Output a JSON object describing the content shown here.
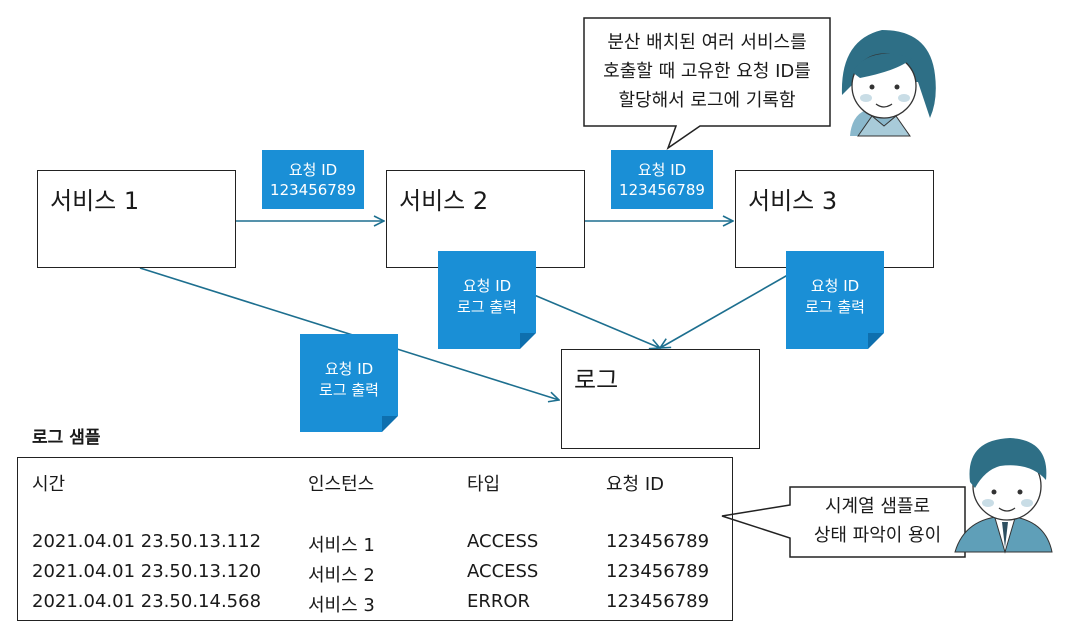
{
  "services": [
    {
      "label": "서비스 1"
    },
    {
      "label": "서비스 2"
    },
    {
      "label": "서비스 3"
    }
  ],
  "log_box": {
    "label": "로그"
  },
  "request_tags": [
    {
      "line1": "요청 ID",
      "line2": "123456789"
    },
    {
      "line1": "요청 ID",
      "line2": "123456789"
    }
  ],
  "log_notes": [
    {
      "line1": "요청 ID",
      "line2": "로그 출력"
    },
    {
      "line1": "요청 ID",
      "line2": "로그 출력"
    },
    {
      "line1": "요청 ID",
      "line2": "로그 출력"
    }
  ],
  "speech_top": {
    "lines": [
      "분산 배치된 여러 서비스를",
      "호출할 때 고유한 요청 ID를",
      "할당해서 로그에 기록함"
    ]
  },
  "speech_bottom": {
    "lines": [
      "시계열 샘플로",
      "상태 파악이 용이"
    ]
  },
  "log_sample": {
    "title": "로그 샘플",
    "headers": [
      "시간",
      "인스턴스",
      "타입",
      "요청 ID"
    ],
    "rows": [
      [
        "2021.04.01 23.50.13.112",
        "서비스 1",
        "ACCESS",
        "123456789"
      ],
      [
        "2021.04.01 23.50.13.120",
        "서비스 2",
        "ACCESS",
        "123456789"
      ],
      [
        "2021.04.01 23.50.14.568",
        "서비스 3",
        "ERROR",
        "123456789"
      ]
    ]
  },
  "colors": {
    "accent": "#1a8fd6",
    "arrow": "#1d6f8f",
    "avatar_hair": "#2e6f86",
    "avatar_shirt": "#5f9fb8"
  }
}
